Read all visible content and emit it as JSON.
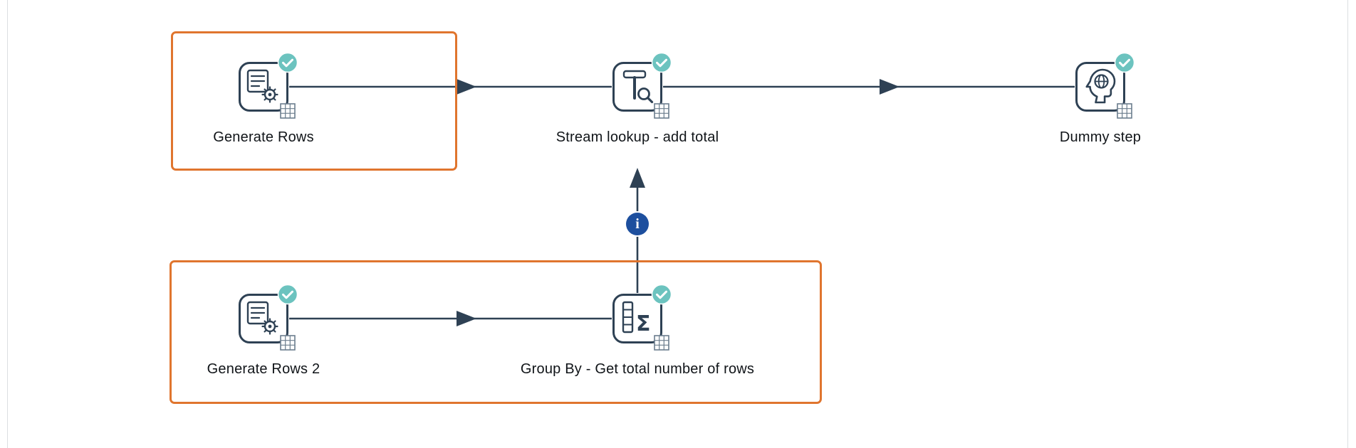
{
  "app": {
    "name": "transformation-canvas"
  },
  "colors": {
    "canvas_bg": "#ffffff",
    "edge_line": "#dcdfe2",
    "selection_orange": "#e0752e",
    "step_line": "#2e4154",
    "badge_teal": "#6cc3bf",
    "grid_badge": "#6b7d8d",
    "info_blue": "#1d4f9e",
    "label_text": "#101418"
  },
  "steps": [
    {
      "label": "Generate Rows",
      "icon": "generate-rows-icon",
      "status": "success"
    },
    {
      "label": "Stream lookup - add total",
      "icon": "stream-lookup-icon",
      "status": "success"
    },
    {
      "label": "Dummy step",
      "icon": "dummy-step-icon",
      "status": "success"
    },
    {
      "label": "Generate Rows 2",
      "icon": "generate-rows-icon",
      "status": "success"
    },
    {
      "label": "Group By - Get total number of rows",
      "icon": "group-by-icon",
      "status": "success"
    }
  ],
  "hops": [
    {
      "from": "Generate Rows",
      "to": "Stream lookup - add total",
      "type": "main"
    },
    {
      "from": "Stream lookup - add total",
      "to": "Dummy step",
      "type": "main"
    },
    {
      "from": "Generate Rows 2",
      "to": "Group By - Get total number of rows",
      "type": "main"
    },
    {
      "from": "Group By - Get total number of rows",
      "to": "Stream lookup - add total",
      "type": "info"
    }
  ],
  "glyphs": {
    "sigma": "Σ",
    "info": "i"
  },
  "selections": [
    {
      "steps": [
        "Generate Rows"
      ]
    },
    {
      "steps": [
        "Generate Rows 2",
        "Group By - Get total number of rows"
      ]
    }
  ]
}
